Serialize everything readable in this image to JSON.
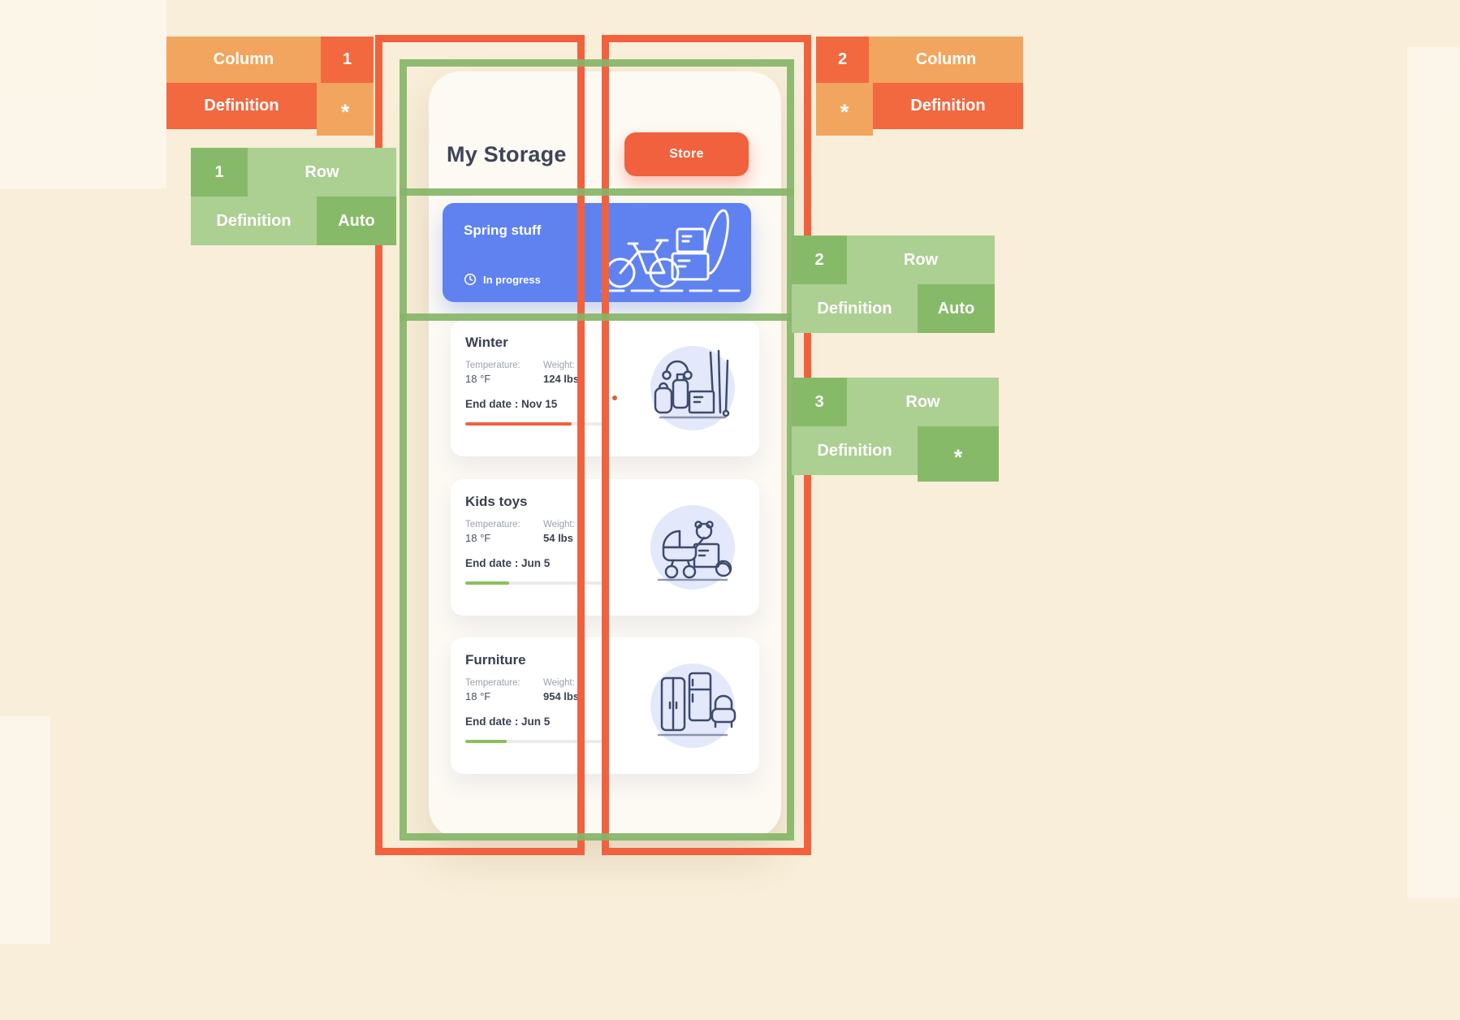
{
  "annotations": {
    "col1": {
      "label": "Column",
      "index": "1",
      "definition_label": "Definition",
      "definition_value": "*"
    },
    "col2": {
      "label": "Column",
      "index": "2",
      "definition_label": "Definition",
      "definition_value": "*"
    },
    "row1": {
      "label": "Row",
      "index": "1",
      "definition_label": "Definition",
      "definition_value": "Auto"
    },
    "row2": {
      "label": "Row",
      "index": "2",
      "definition_label": "Definition",
      "definition_value": "Auto"
    },
    "row3": {
      "label": "Row",
      "index": "3",
      "definition_label": "Definition",
      "definition_value": "*"
    }
  },
  "app": {
    "title": "My Storage",
    "store_button_label": "Store",
    "featured_card": {
      "title": "Spring stuff",
      "status": "In progress"
    },
    "items": [
      {
        "name": "Winter",
        "temperature_label": "Temperature:",
        "temperature": "18 °F",
        "weight_label": "Weight:",
        "weight": "124 lbs",
        "end_date": "End date : Nov 15",
        "progress_pct": 77,
        "progress_color": "#f2613d"
      },
      {
        "name": "Kids toys",
        "temperature_label": "Temperature:",
        "temperature": "18 °F",
        "weight_label": "Weight:",
        "weight": "54 lbs",
        "end_date": "End date : Jun 5",
        "progress_pct": 32,
        "progress_color": "#8cc05c"
      },
      {
        "name": "Furniture",
        "temperature_label": "Temperature:",
        "temperature": "18 °F",
        "weight_label": "Weight:",
        "weight": "954 lbs",
        "end_date": "End date : Jun 5",
        "progress_pct": 30,
        "progress_color": "#8cc05c"
      }
    ]
  },
  "icons": {
    "status": "clock-icon",
    "featured_art": "bicycle-with-boxes",
    "item_art": [
      "winter-gear",
      "kids-toys",
      "furniture"
    ]
  },
  "colors": {
    "accent_orange": "#f2613d",
    "light_orange": "#f2a55e",
    "dark_green": "#87ba68",
    "light_green": "#accf92",
    "featured_blue": "#5f82f0",
    "background_cream": "#f8eed9"
  }
}
